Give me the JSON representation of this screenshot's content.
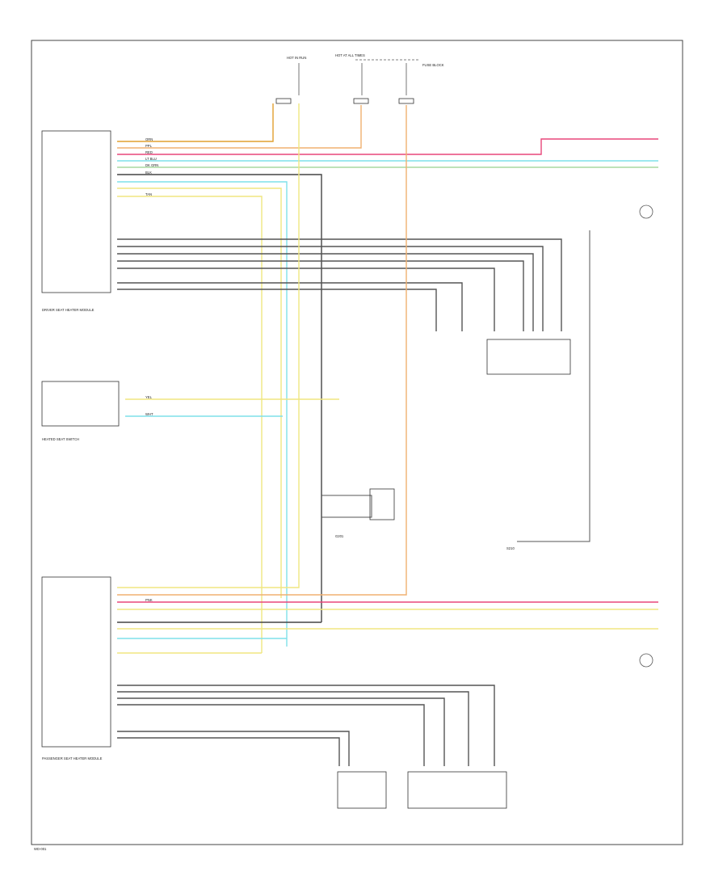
{
  "connector_labels": {
    "c_top_1": "HOT IN RUN",
    "c_top_2": "HOT AT ALL TIMES",
    "c_top_3": "FUSE BLOCK",
    "c_driver_module": "DRIVER SEAT HEATER MODULE",
    "c_pass_module": "PASSENGER SEAT HEATER MODULE",
    "c_switch_module": "HEATED SEAT SWITCH",
    "c_ground": "G201",
    "c_splice": "S210"
  },
  "wires": {
    "orn": "ORN",
    "ppl": "PPL",
    "yel": "YEL",
    "lt_blu": "LT BLU",
    "dk_grn": "DK GRN",
    "blk": "BLK",
    "tan": "TAN",
    "wht": "WHT",
    "red": "RED",
    "pnk": "PNK"
  },
  "footer": {
    "code": "WD-001"
  }
}
